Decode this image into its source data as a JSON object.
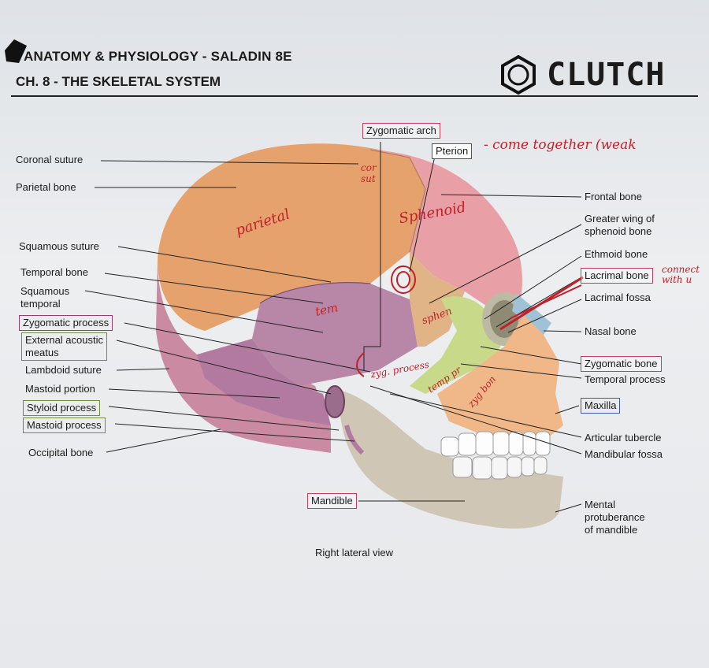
{
  "header": {
    "title": "ANATOMY & PHYSIOLOGY - SALADIN 8E",
    "chapter": "CH. 8 - THE SKELETAL SYSTEM",
    "brand": "CLUTCH"
  },
  "labels": {
    "zygomatic_arch": "Zygomatic arch",
    "pterion": "Pterion",
    "coronal_suture": "Coronal suture",
    "parietal_bone": "Parietal bone",
    "frontal_bone": "Frontal bone",
    "greater_wing_1": "Greater wing of",
    "greater_wing_2": "sphenoid bone",
    "ethmoid_bone": "Ethmoid bone",
    "squamous_suture": "Squamous suture",
    "lacrimal_bone": "Lacrimal bone",
    "temporal_bone": "Temporal bone",
    "lacrimal_fossa": "Lacrimal fossa",
    "squamous_temporal_1": "Squamous",
    "squamous_temporal_2": "temporal",
    "zygomatic_process": "Zygomatic process",
    "nasal_bone": "Nasal bone",
    "external_meatus_1": "External acoustic",
    "external_meatus_2": "meatus",
    "zygomatic_bone": "Zygomatic bone",
    "lambdoid_suture": "Lambdoid suture",
    "temporal_process": "Temporal process",
    "mastoid_portion": "Mastoid portion",
    "styloid_process": "Styloid process",
    "maxilla": "Maxilla",
    "mastoid_process": "Mastoid process",
    "articular_tubercle": "Articular tubercle",
    "occipital_bone": "Occipital bone",
    "mandibular_fossa": "Mandibular fossa",
    "mandible": "Mandible",
    "mental_1": "Mental",
    "mental_2": "protuberance",
    "mental_3": "of mandible",
    "caption": "Right lateral view"
  },
  "handwriting": {
    "pterion_note": "- come together (weak",
    "lacrimal_note_1": "connect",
    "lacrimal_note_2": "with u",
    "parietal": "parietal",
    "sphenoid": "Sphenoid",
    "coronal_1": "cor",
    "coronal_2": "sut",
    "temporal": "tem",
    "sphenoid_short": "sphen",
    "zyg_process": "zyg. process",
    "temporal_process": "temp pr",
    "zyg_bone": "zyg bon"
  },
  "colors": {
    "parietal": "#e6a26c",
    "frontal": "#e8a0a6",
    "temporal": "#b887a8",
    "occipital": "#c98aa2",
    "sphenoid": "#e0b486",
    "zygomatic": "#c8d98a",
    "maxilla": "#f0b889",
    "mandible": "#cfc6b5",
    "annotation_red": "#c0202a"
  }
}
